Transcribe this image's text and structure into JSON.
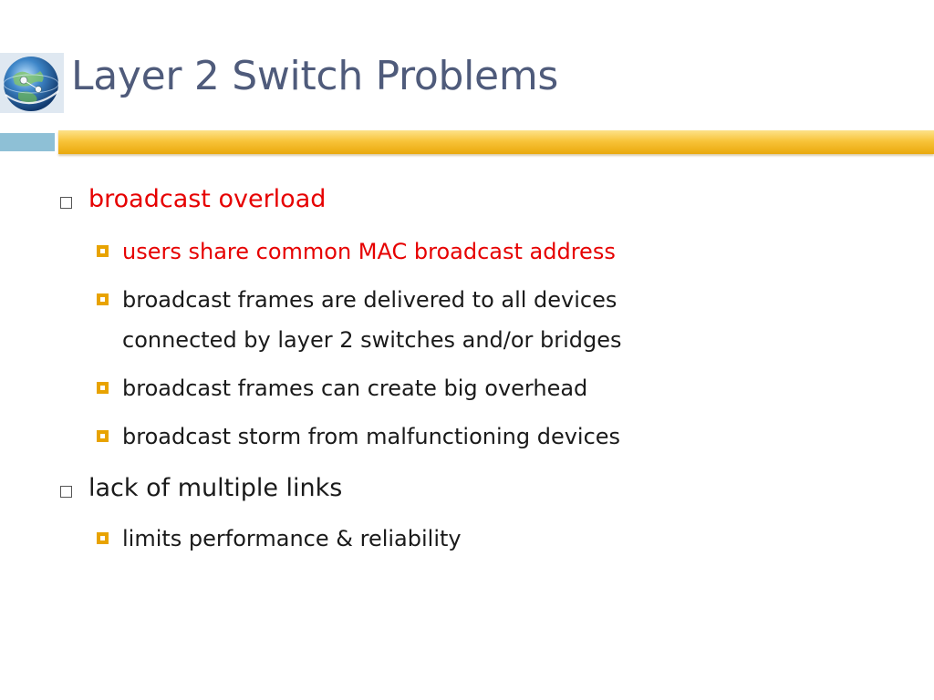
{
  "slide": {
    "title": "Layer 2 Switch Problems",
    "colors": {
      "title": "#4f5b7b",
      "accent_gold": "#f8c43a",
      "accent_blue": "#8ec0d6",
      "highlight_red": "#e60000",
      "bullet_orange": "#e8a300"
    },
    "bullets": [
      {
        "text": "broadcast overload",
        "highlighted": true,
        "children": [
          {
            "text": "users share common MAC broadcast address",
            "highlighted": true
          },
          {
            "lines": [
              "broadcast frames are delivered to all devices",
              "connected by layer 2 switches and/or bridges"
            ],
            "highlighted": false
          },
          {
            "text": "broadcast frames can create big overhead",
            "highlighted": false
          },
          {
            "text": "broadcast storm from malfunctioning devices",
            "highlighted": false
          }
        ]
      },
      {
        "text": "lack of multiple links",
        "highlighted": false,
        "children": [
          {
            "text": "limits performance & reliability",
            "highlighted": false
          }
        ]
      }
    ]
  }
}
